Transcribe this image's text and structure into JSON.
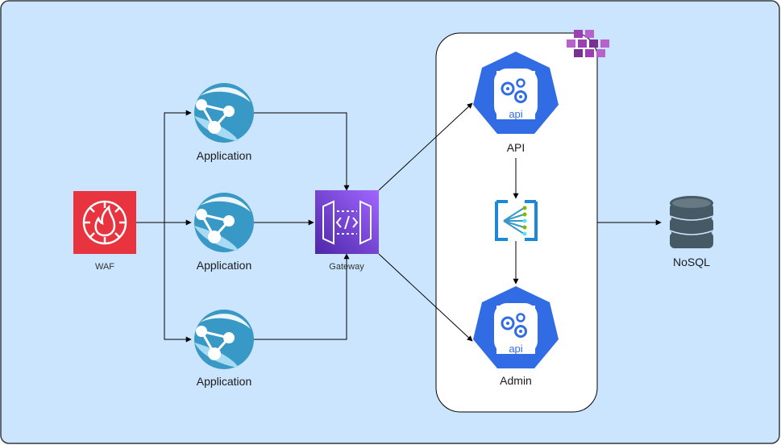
{
  "nodes": {
    "waf": {
      "label": "WAF",
      "icon": "waf-fire-shield-icon",
      "color": "#e7343f"
    },
    "app1": {
      "label": "Application",
      "icon": "app-service-globe-icon",
      "color": "#3999c6"
    },
    "app2": {
      "label": "Application",
      "icon": "app-service-globe-icon",
      "color": "#3999c6"
    },
    "app3": {
      "label": "Application",
      "icon": "app-service-globe-icon",
      "color": "#3999c6"
    },
    "gateway": {
      "label": "Gateway",
      "icon": "api-gateway-icon",
      "color": "#7b3fd1"
    },
    "api": {
      "label": "API",
      "icon": "kubernetes-api-icon",
      "badge": "api",
      "color": "#326ce5"
    },
    "admin": {
      "label": "Admin",
      "icon": "kubernetes-api-icon",
      "badge": "api",
      "color": "#326ce5"
    },
    "queue": {
      "label": "",
      "icon": "event-hub-icon",
      "color": "#1e88d8"
    },
    "nosql": {
      "label": "NoSQL",
      "icon": "database-cylinder-icon",
      "color": "#455a64"
    },
    "cluster": {
      "icon": "kubernetes-cluster-cubes-icon",
      "color": "#9c3fb5"
    }
  },
  "colors": {
    "background": "#cce5ff",
    "border": "#36393d",
    "cluster_fill": "#ffffff",
    "edge": "#000000"
  }
}
